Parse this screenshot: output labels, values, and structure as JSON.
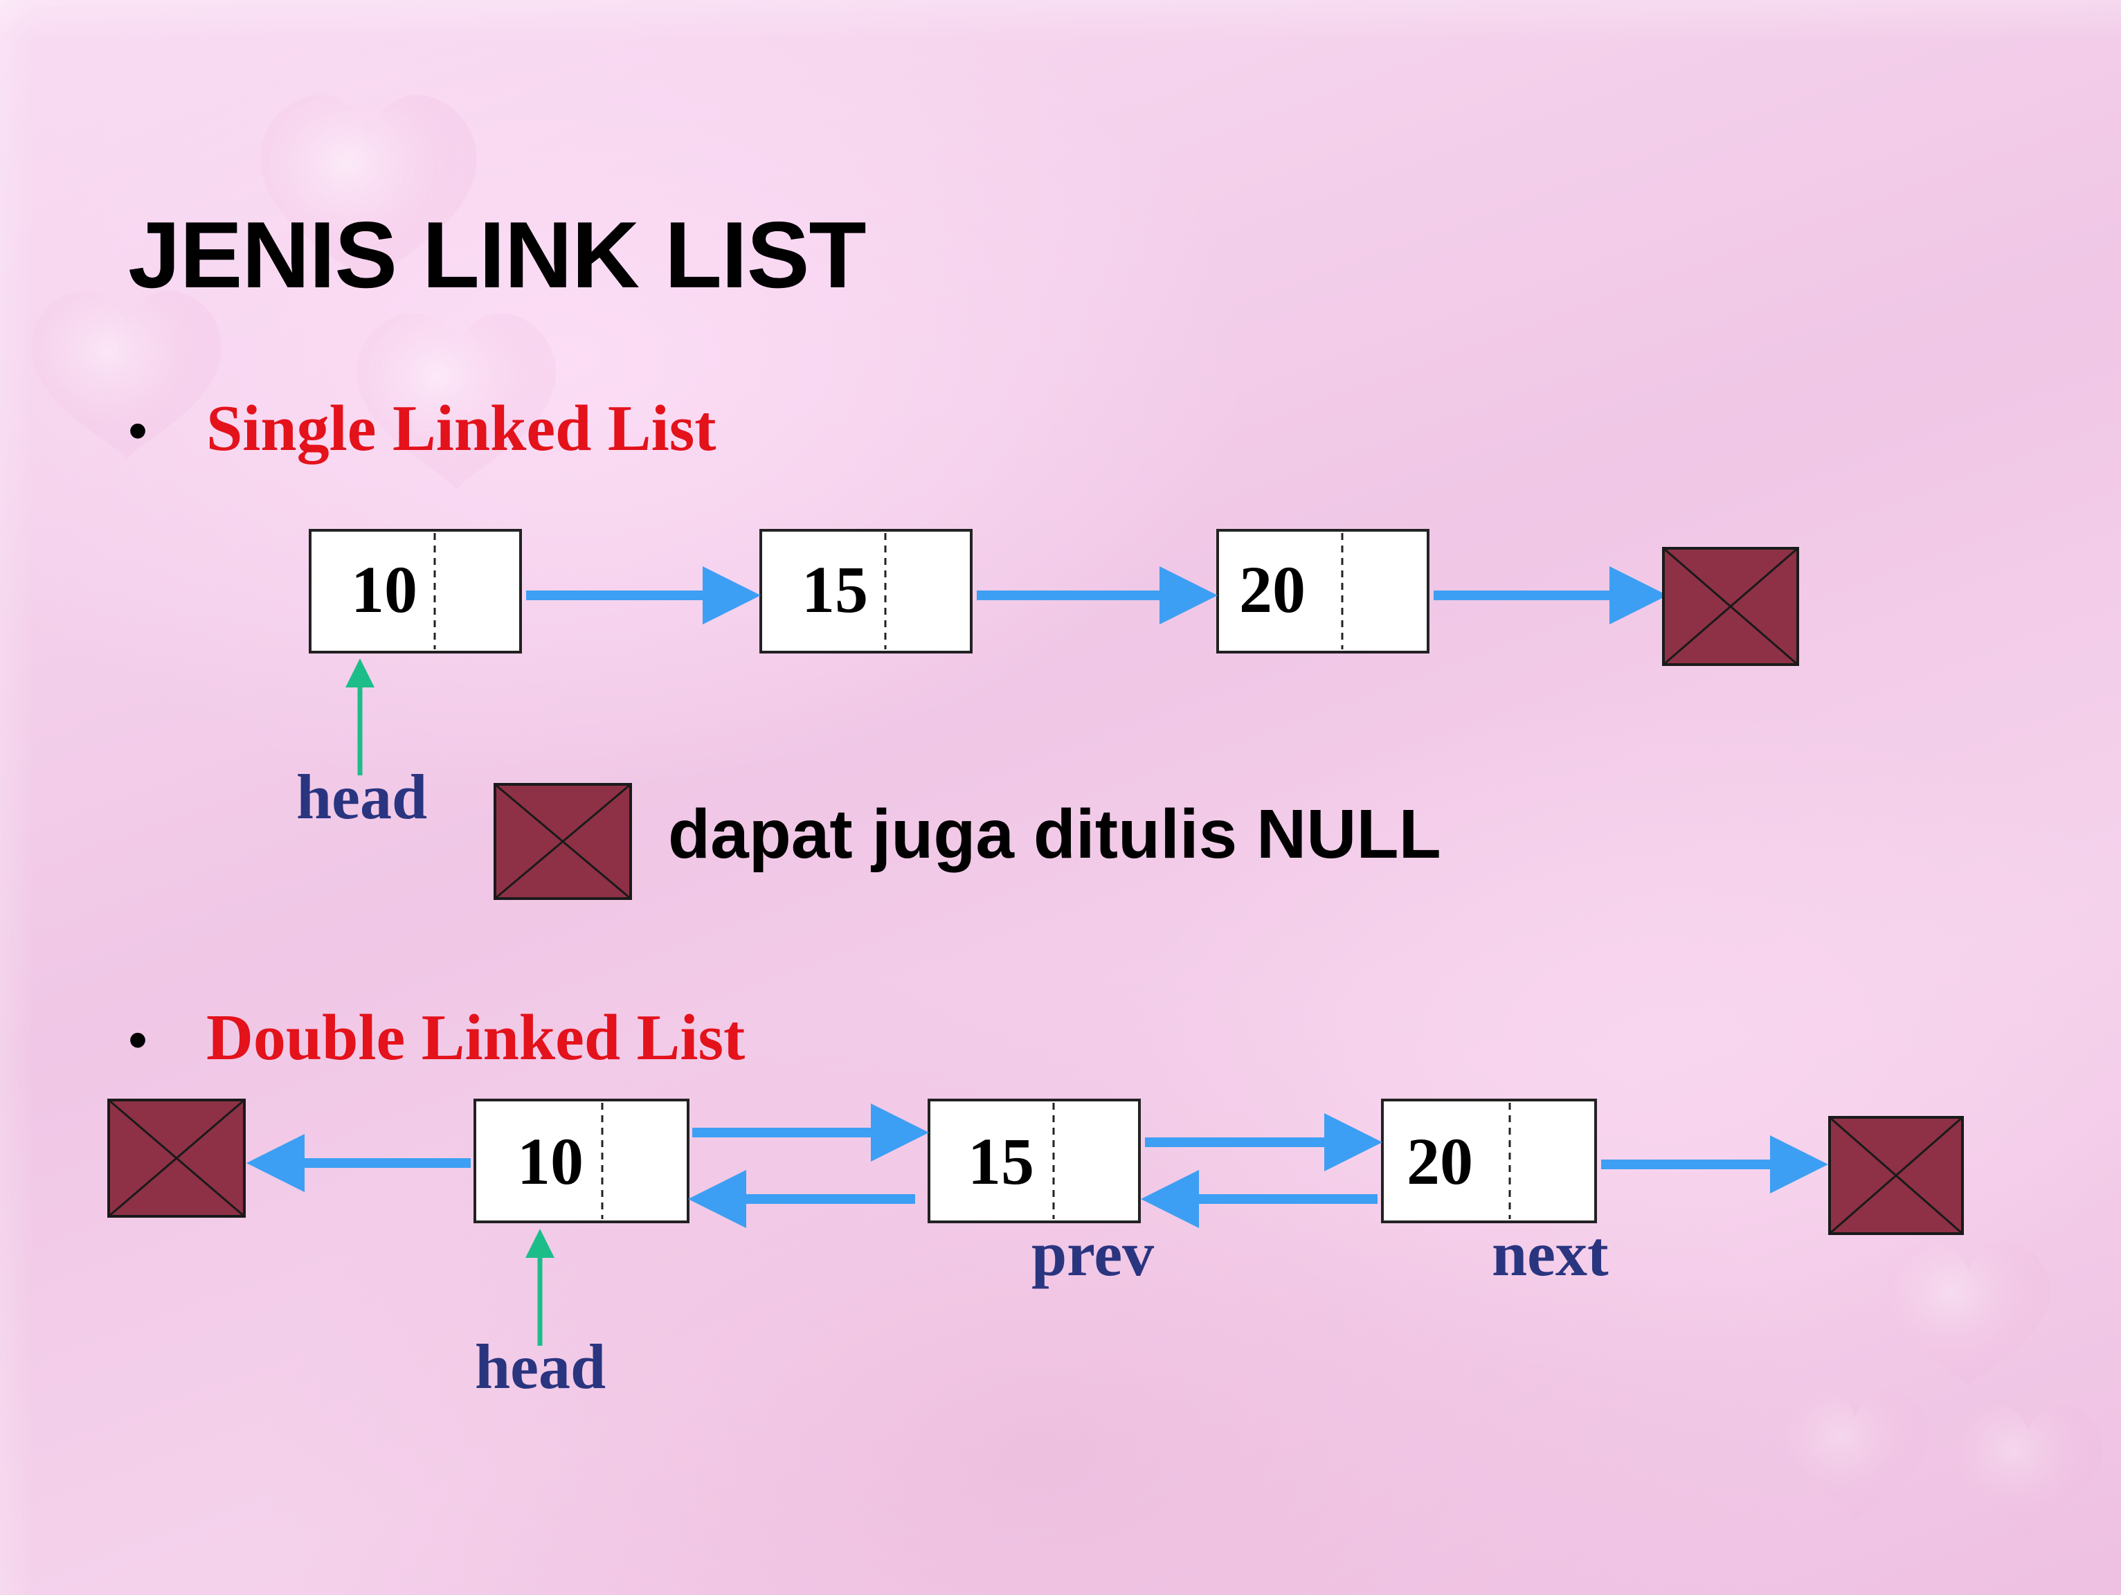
{
  "title": "JENIS LINK LIST",
  "bullet_glyph": "•",
  "single": {
    "heading": "Single Linked List",
    "nodes": [
      "10",
      "15",
      "20"
    ],
    "head_label": "head"
  },
  "null_note": "dapat juga ditulis NULL",
  "double": {
    "heading": "Double Linked List",
    "nodes": [
      "10",
      "15",
      "20"
    ],
    "head_label": "head",
    "prev_label": "prev",
    "next_label": "next"
  },
  "colors": {
    "title": "#000000",
    "heading": "#e3121b",
    "arrow": "#3d9ff3",
    "head_pointer": "#1dbd8a",
    "pointer_label": "#2a3580",
    "null_box": "#8e3146"
  },
  "icons": [
    "null-pointer-icon",
    "heart-decoration-icon"
  ]
}
